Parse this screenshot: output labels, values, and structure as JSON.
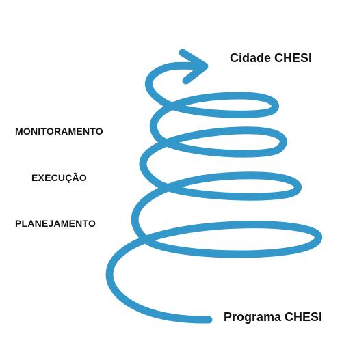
{
  "diagram": {
    "goal_label": "Cidade CHESI",
    "start_label": "Programa CHESI",
    "stages": [
      {
        "label": "MONITORAMENTO"
      },
      {
        "label": "EXECUÇÃO"
      },
      {
        "label": "PLANEJAMENTO"
      }
    ],
    "colors": {
      "spiral": "#3397c9",
      "text": "#111111",
      "background": "#ffffff"
    },
    "icons": {
      "arrowhead": "arrow-up-right-icon"
    }
  }
}
